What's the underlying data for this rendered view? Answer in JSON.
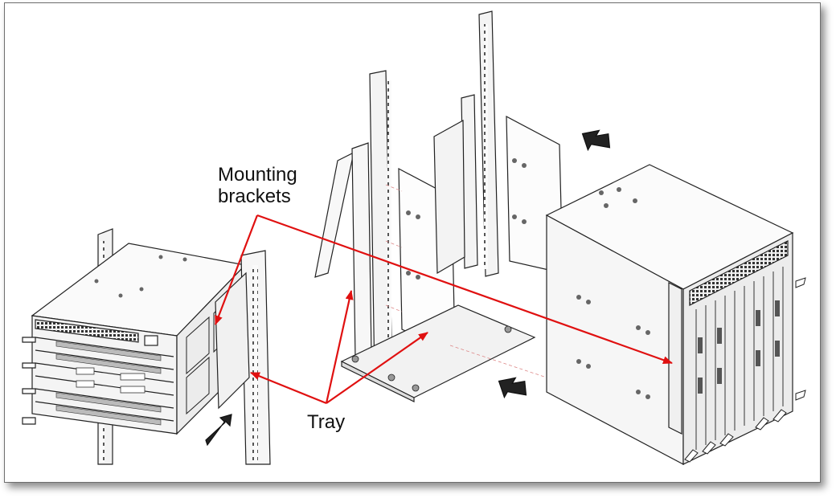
{
  "labels": {
    "mounting_brackets_line1": "Mounting",
    "mounting_brackets_line2": "brackets",
    "tray": "Tray"
  },
  "colors": {
    "callout": "#e01010",
    "line": "#222222",
    "fill": "#f4f4f4",
    "frame_border": "#6e6e6e"
  },
  "icons": [
    "insertion-arrow-icon"
  ]
}
